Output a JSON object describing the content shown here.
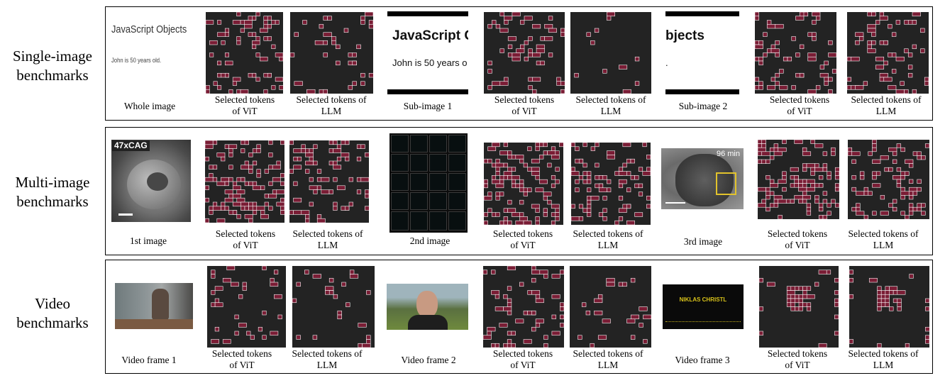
{
  "rows": [
    {
      "label_line1": "Single-image",
      "label_line2": "benchmarks",
      "captions": {
        "c1": "Whole image",
        "c2a": "Selected tokens",
        "c2b": "of ViT",
        "c3a": "Selected tokens of",
        "c3b": "LLM",
        "c4": "Sub-image 1",
        "c5a": "Selected tokens",
        "c5b": "of ViT",
        "c6a": "Selected tokens of",
        "c6b": "LLM",
        "c7": "Sub-image 2",
        "c8a": "Selected tokens",
        "c8b": "of ViT",
        "c9a": "Selected tokens of",
        "c9b": "LLM"
      },
      "image_text": {
        "whole_title": "JavaScript Objects",
        "whole_line": "John is 50 years old.",
        "sub1_title": "JavaScript C",
        "sub1_line": "John is 50 years o",
        "sub2_title": "bjects",
        "sub2_line": "."
      }
    },
    {
      "label_line1": "Multi-image",
      "label_line2": "benchmarks",
      "captions": {
        "c1": "1st image",
        "c2a": "Selected tokens",
        "c2b": "of ViT",
        "c3a": "Selected tokens of",
        "c3b": "LLM",
        "c4": "2nd image",
        "c5a": "Selected tokens",
        "c5b": "of ViT",
        "c6a": "Selected tokens of",
        "c6b": "LLM",
        "c7": "3rd image",
        "c8a": "Selected tokens",
        "c8b": "of ViT",
        "c9a": "Selected tokens of",
        "c9b": "LLM"
      },
      "image_text": {
        "img1_label": "47xCAG",
        "img3_label": "96 min"
      }
    },
    {
      "label_line1": "Video",
      "label_line2": "benchmarks",
      "captions": {
        "c1": "Video frame 1",
        "c2a": "Selected tokens",
        "c2b": "of ViT",
        "c3a": "Selected tokens of",
        "c3b": "LLM",
        "c4": "Video frame 2",
        "c5a": "Selected tokens",
        "c5b": "of ViT",
        "c6a": "Selected tokens of",
        "c6b": "LLM",
        "c7": "Video frame 3",
        "c8a": "Selected tokens",
        "c8b": "of ViT",
        "c9a": "Selected tokens of",
        "c9b": "LLM"
      },
      "image_text": {
        "frame3_title": "NIKLAS CHRISTL"
      }
    }
  ],
  "colors": {
    "token_bg": "#232323",
    "token_selected": "#7a1d35",
    "token_outline": "#ffffff",
    "highlight_box": "#e2c32c"
  }
}
